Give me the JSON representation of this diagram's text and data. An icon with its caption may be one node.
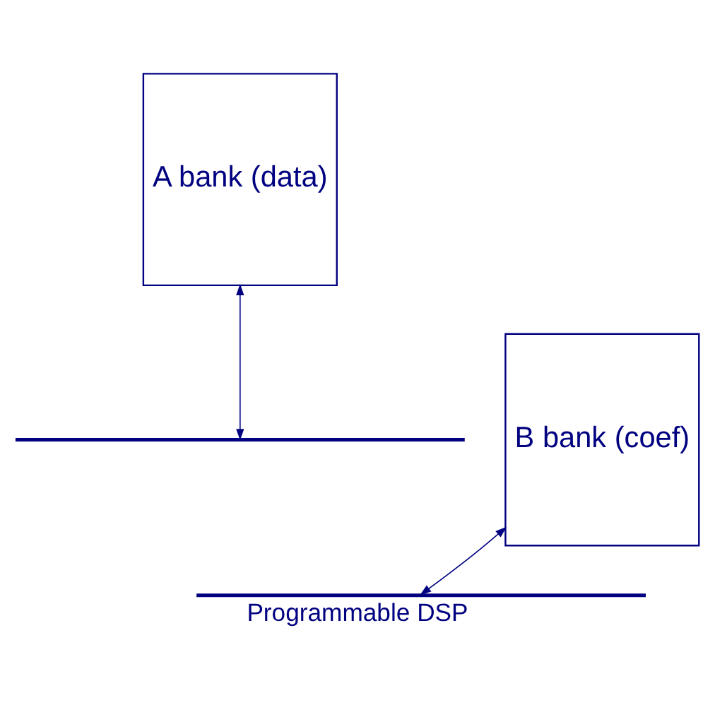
{
  "diagram": {
    "caption": "Programmable DSP",
    "nodes": [
      {
        "text": [
          "A bank (data)"
        ]
      },
      {
        "text": [
          "B bank (coef)"
        ]
      },
      {
        "text": [],
        "shape": "bar"
      },
      {
        "text": [],
        "shape": "bar"
      }
    ],
    "edges": [
      {
        "from": 0,
        "to": 2,
        "arrow": "both"
      },
      {
        "from": 1,
        "to": 3,
        "arrow": "both"
      }
    ]
  }
}
